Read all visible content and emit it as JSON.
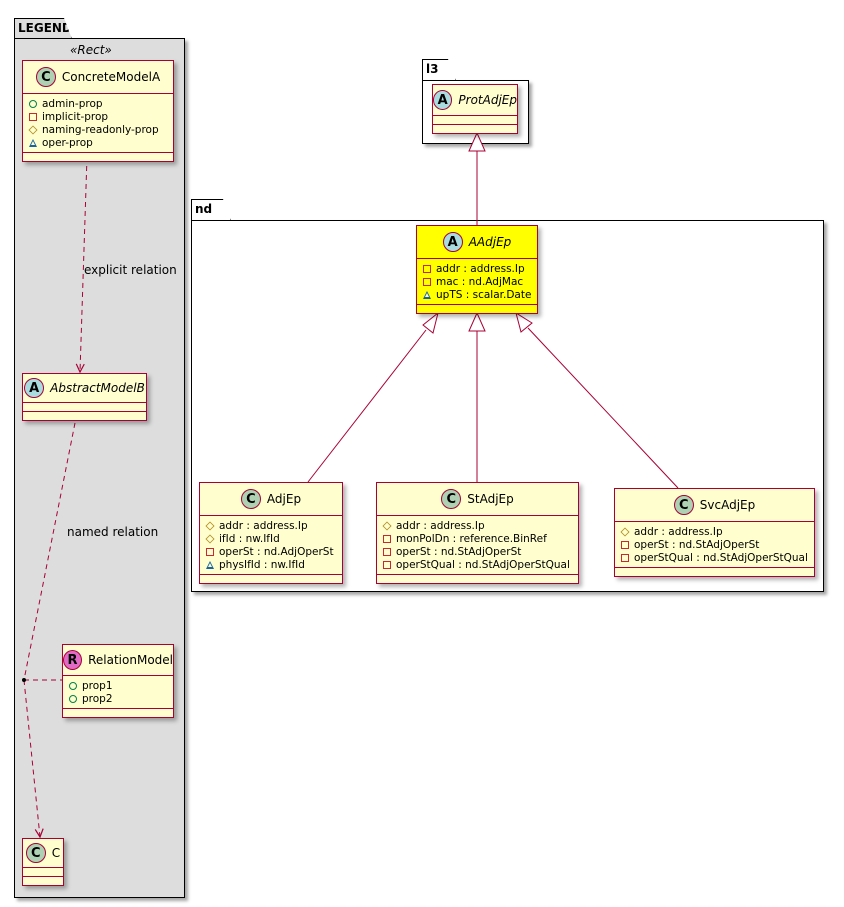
{
  "packages": {
    "legend": {
      "title": "LEGEND",
      "stereotype": "«Rect»"
    },
    "l3": {
      "title": "l3"
    },
    "nd": {
      "title": "nd"
    }
  },
  "colors": {
    "border": "#a80036",
    "class_fill": "#fefece",
    "highlight_fill": "#ffff00",
    "legend_fill": "#dddddd",
    "badge_class": "#add1b2",
    "badge_abstract": "#a9dcdf",
    "badge_relation": "#df6bc6"
  },
  "classes": {
    "concreteA": {
      "badge": "C",
      "name": "ConcreteModelA",
      "abstract": false,
      "attrs": [
        {
          "vis": "public",
          "text": "admin-prop"
        },
        {
          "vis": "private",
          "text": "implicit-prop"
        },
        {
          "vis": "protected",
          "text": "naming-readonly-prop"
        },
        {
          "vis": "package",
          "text": "oper-prop"
        }
      ]
    },
    "abstractB": {
      "badge": "A",
      "name": "AbstractModelB",
      "abstract": true,
      "attrs": []
    },
    "relation": {
      "badge": "R",
      "name": "RelationModel",
      "abstract": false,
      "attrs": [
        {
          "vis": "public",
          "text": "prop1"
        },
        {
          "vis": "public",
          "text": "prop2"
        }
      ]
    },
    "c": {
      "badge": "C",
      "name": "C",
      "abstract": false,
      "attrs": []
    },
    "protAdjEp": {
      "badge": "A",
      "name": "ProtAdjEp",
      "abstract": true,
      "attrs": []
    },
    "aAdjEp": {
      "badge": "A",
      "name": "AAdjEp",
      "abstract": true,
      "attrs": [
        {
          "vis": "private",
          "text": "addr : address.Ip"
        },
        {
          "vis": "private",
          "text": "mac : nd.AdjMac"
        },
        {
          "vis": "package",
          "text": "upTS : scalar.Date"
        }
      ]
    },
    "adjEp": {
      "badge": "C",
      "name": "AdjEp",
      "abstract": false,
      "attrs": [
        {
          "vis": "protected",
          "text": "addr : address.Ip"
        },
        {
          "vis": "protected",
          "text": "ifId : nw.IfId"
        },
        {
          "vis": "private",
          "text": "operSt : nd.AdjOperSt"
        },
        {
          "vis": "package",
          "text": "physIfId : nw.IfId"
        }
      ]
    },
    "stAdjEp": {
      "badge": "C",
      "name": "StAdjEp",
      "abstract": false,
      "attrs": [
        {
          "vis": "protected",
          "text": "addr : address.Ip"
        },
        {
          "vis": "private",
          "text": "monPolDn : reference.BinRef"
        },
        {
          "vis": "private",
          "text": "operSt : nd.StAdjOperSt"
        },
        {
          "vis": "private",
          "text": "operStQual : nd.StAdjOperStQual"
        }
      ]
    },
    "svcAdjEp": {
      "badge": "C",
      "name": "SvcAdjEp",
      "abstract": false,
      "attrs": [
        {
          "vis": "protected",
          "text": "addr : address.Ip"
        },
        {
          "vis": "private",
          "text": "operSt : nd.StAdjOperSt"
        },
        {
          "vis": "private",
          "text": "operStQual : nd.StAdjOperStQual"
        }
      ]
    }
  },
  "relations": {
    "explicit": "explicit relation",
    "named": "named relation"
  }
}
